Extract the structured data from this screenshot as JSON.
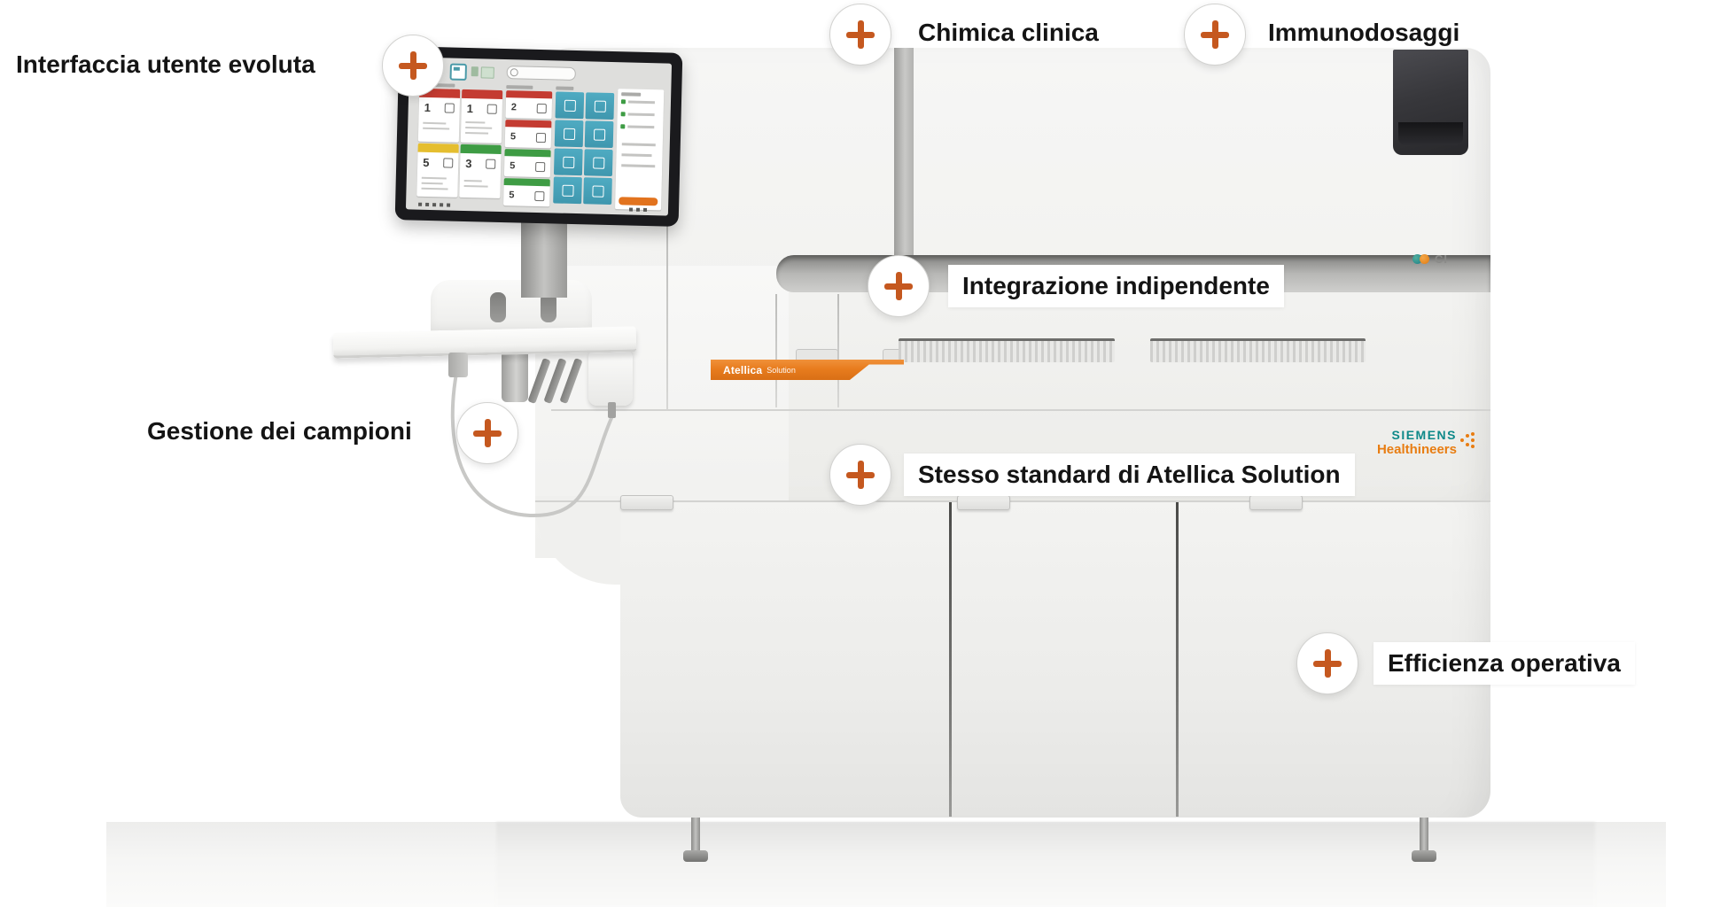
{
  "hotspots": [
    {
      "label": "Interfaccia utente evoluta"
    },
    {
      "label": "Chimica clinica"
    },
    {
      "label": "Immunodosaggi"
    },
    {
      "label": "Integrazione indipendente"
    },
    {
      "label": "Gestione dei campioni"
    },
    {
      "label": "Stesso standard di Atellica Solution"
    },
    {
      "label": "Efficienza operativa"
    }
  ],
  "branding": {
    "siemens": "SIEMENS",
    "healthineers": "Healthineers",
    "product_name": "Atellica",
    "product_variant": "Solution",
    "module_code": "CI"
  },
  "colors": {
    "hotspot_plus_orange": "#C5581F",
    "siemens_teal": "#0E8989",
    "healthineers_orange": "#E87D12",
    "product_strip_orange": "#E87C1E",
    "status_red": "#C43B31",
    "status_yellow": "#E5BE2F",
    "status_green": "#3E9C44",
    "tile_teal": "#47A3BA"
  },
  "monitor_dashboard": {
    "status_cards": [
      {
        "value": "1",
        "status": "red"
      },
      {
        "value": "1",
        "status": "red"
      },
      {
        "value": "5",
        "status": "yellow"
      },
      {
        "value": "3",
        "status": "green"
      }
    ],
    "queue_cards": [
      {
        "value": "2",
        "status": "red"
      },
      {
        "value": "5",
        "status": "red"
      },
      {
        "value": "5",
        "status": "green"
      },
      {
        "value": "5",
        "status": "green"
      }
    ]
  }
}
